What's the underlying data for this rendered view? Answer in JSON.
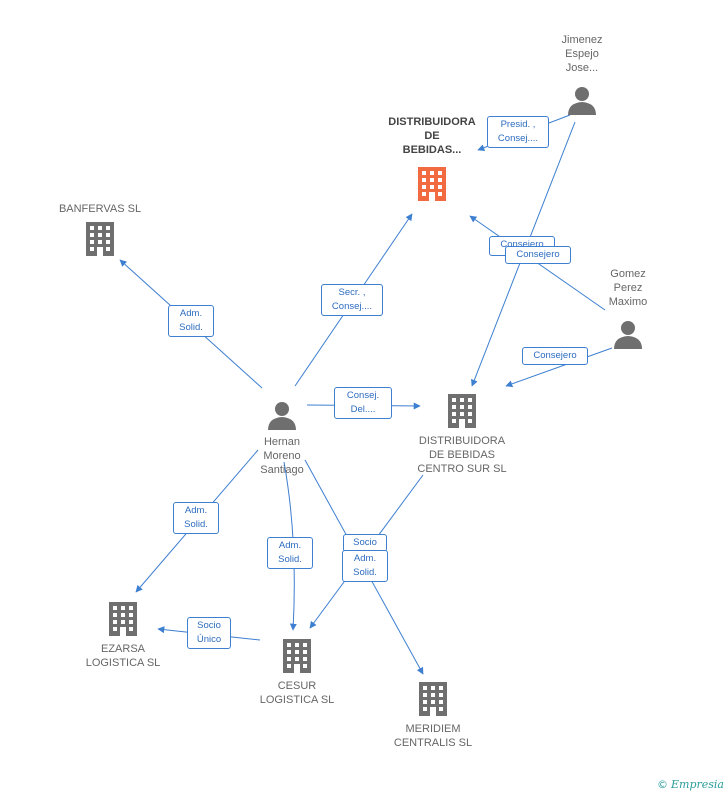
{
  "nodes": {
    "distribuidora_main": "DISTRIBUIDORA\nDE\nBEBIDAS...",
    "jimenez": "Jimenez\nEspejo\nJose...",
    "banfervas": "BANFERVAS SL",
    "gomez": "Gomez\nPerez\nMaximo",
    "hernan": "Hernan\nMoreno\nSantiago",
    "centro_sur": "DISTRIBUIDORA\nDE BEBIDAS\nCENTRO SUR SL",
    "ezarsa": "EZARSA\nLOGISTICA SL",
    "cesur": "CESUR\nLOGISTICA SL",
    "meridiem": "MERIDIEM\nCENTRALIS  SL"
  },
  "relations": {
    "presid_consej": "Presid. ,\nConsej....",
    "consejero_a": "Consejero",
    "consejero_b": "Consejero",
    "consejero_c": "Consejero",
    "adm_solid_banfervas": "Adm.\nSolid.",
    "secr_consej": "Secr. ,\nConsej....",
    "consej_del": "Consej.\nDel....",
    "adm_solid_ezarsa": "Adm.\nSolid.",
    "adm_solid_cesur": "Adm.\nSolid.",
    "socio": "Socio",
    "adm_solid_meridiem": "Adm.\nSolid.",
    "socio_unico": "Socio\nÚnico"
  },
  "colors": {
    "main_company": "#f26a3f",
    "company": "#6f6f6f",
    "person": "#6f6f6f",
    "edge": "#3d7fd0"
  },
  "brand": {
    "copyright": "©",
    "name": "Empresia"
  }
}
